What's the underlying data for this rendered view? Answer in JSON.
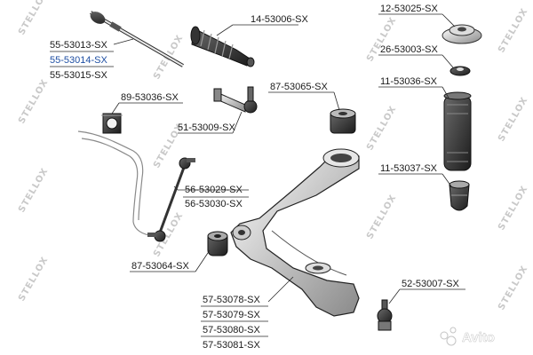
{
  "watermark": {
    "brand": "STELLOX",
    "marketplace": "Avito"
  },
  "labels": {
    "p55_53013": "55-53013-SX",
    "p55_53014": "55-53014-SX",
    "p55_53015": "55-53015-SX",
    "p14_53006": "14-53006-SX",
    "p12_53025": "12-53025-SX",
    "p26_53003": "26-53003-SX",
    "p11_53036": "11-53036-SX",
    "p89_53036": "89-53036-SX",
    "p87_53065": "87-53065-SX",
    "p51_53009": "51-53009-SX",
    "p11_53037": "11-53037-SX",
    "p56_53029": "56-53029-SX",
    "p56_53030": "56-53030-SX",
    "p87_53064": "87-53064-SX",
    "p52_53007": "52-53007-SX",
    "p57_53078": "57-53078-SX",
    "p57_53079": "57-53079-SX",
    "p57_53080": "57-53080-SX",
    "p57_53081": "57-53081-SX"
  },
  "colors": {
    "line": "#2a2a2a",
    "highlight": "#1f4fa3",
    "watermark": "#cfcfcf"
  }
}
